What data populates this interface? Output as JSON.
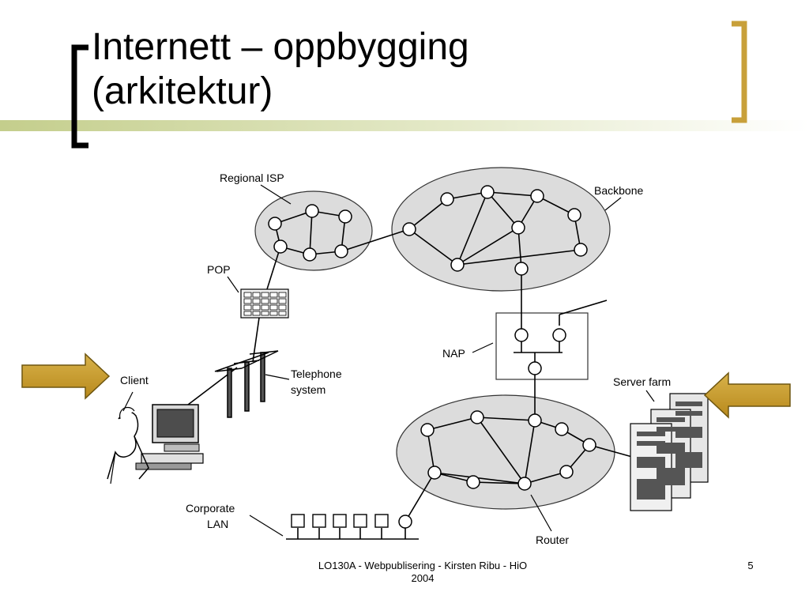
{
  "slide": {
    "title_line1": "Internett – oppbygging",
    "title_line2": "(arkitektur)",
    "footer_line1": "LO130A - Webpublisering - Kirsten Ribu - HiO",
    "footer_line2": "2004",
    "page_number": "5",
    "accent_color": "#c8a03a",
    "band_color": "#c9d29a"
  },
  "diagram": {
    "labels": {
      "regional_isp": "Regional ISP",
      "backbone": "Backbone",
      "pop": "POP",
      "nap": "NAP",
      "client": "Client",
      "telephone_line1": "Telephone",
      "telephone_line2": "system",
      "server_farm": "Server farm",
      "corporate_line1": "Corporate",
      "corporate_line2": "LAN",
      "router": "Router"
    },
    "icons": {
      "left_arrow": "arrow-right-icon",
      "right_arrow": "arrow-left-icon"
    }
  }
}
